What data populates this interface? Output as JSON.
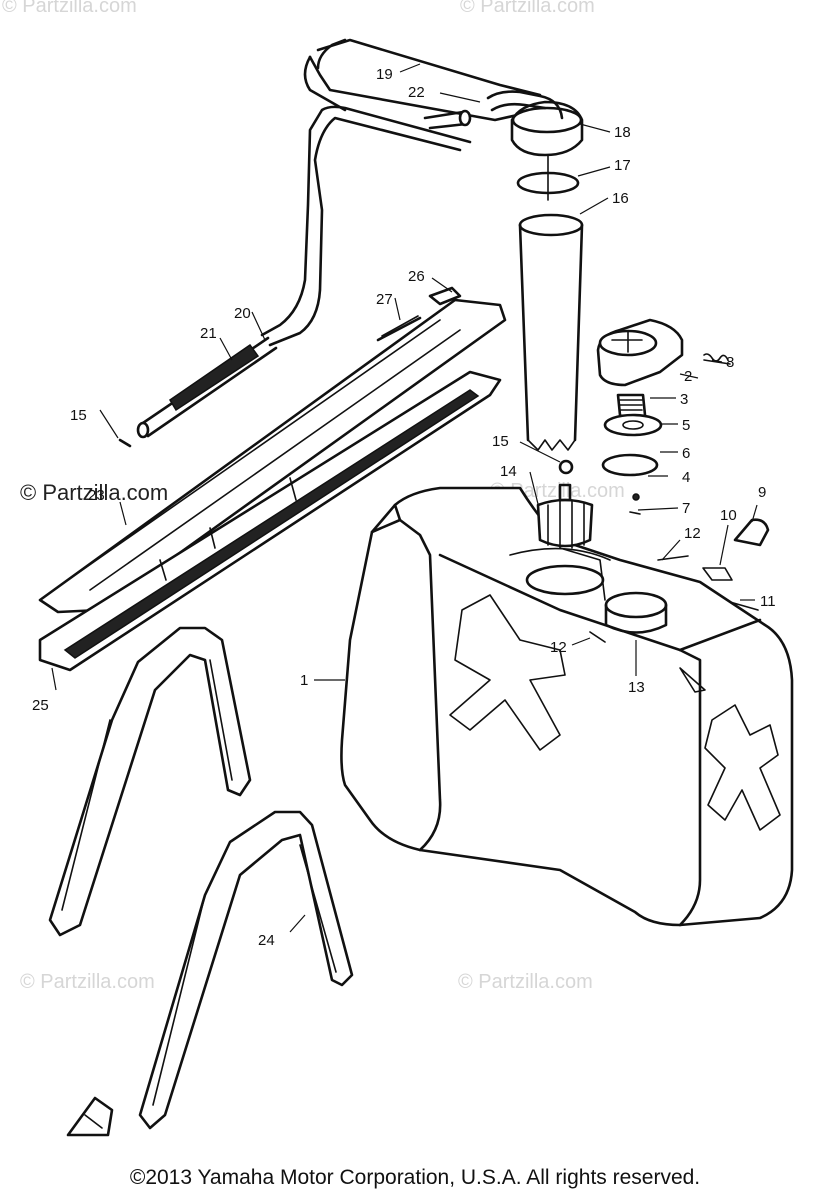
{
  "watermarks": {
    "top_left": "© Partzilla.com",
    "top_right": "© Partzilla.com",
    "mid_left": "© Partzilla.com",
    "mid_center": "© Partzilla.com",
    "bottom_left": "© Partzilla.com",
    "bottom_right": "© Partzilla.com"
  },
  "callouts": [
    {
      "id": "p1",
      "label": "1"
    },
    {
      "id": "p2",
      "label": "2"
    },
    {
      "id": "p3",
      "label": "3"
    },
    {
      "id": "p4",
      "label": "4"
    },
    {
      "id": "p5",
      "label": "5"
    },
    {
      "id": "p6",
      "label": "6"
    },
    {
      "id": "p7",
      "label": "7"
    },
    {
      "id": "p8",
      "label": "8"
    },
    {
      "id": "p9",
      "label": "9"
    },
    {
      "id": "p10",
      "label": "10"
    },
    {
      "id": "p11",
      "label": "11"
    },
    {
      "id": "p12a",
      "label": "12"
    },
    {
      "id": "p12b",
      "label": "12"
    },
    {
      "id": "p13",
      "label": "13"
    },
    {
      "id": "p14",
      "label": "14"
    },
    {
      "id": "p15a",
      "label": "15"
    },
    {
      "id": "p15b",
      "label": "15"
    },
    {
      "id": "p16",
      "label": "16"
    },
    {
      "id": "p17",
      "label": "17"
    },
    {
      "id": "p18",
      "label": "18"
    },
    {
      "id": "p19",
      "label": "19"
    },
    {
      "id": "p20",
      "label": "20"
    },
    {
      "id": "p21",
      "label": "21"
    },
    {
      "id": "p22",
      "label": "22"
    },
    {
      "id": "p23",
      "label": "23"
    },
    {
      "id": "p24",
      "label": "24"
    },
    {
      "id": "p25",
      "label": "25"
    },
    {
      "id": "p26",
      "label": "26"
    },
    {
      "id": "p27",
      "label": "27"
    }
  ],
  "copyright": "©2013  Yamaha Motor Corporation, U.S.A. All rights reserved."
}
